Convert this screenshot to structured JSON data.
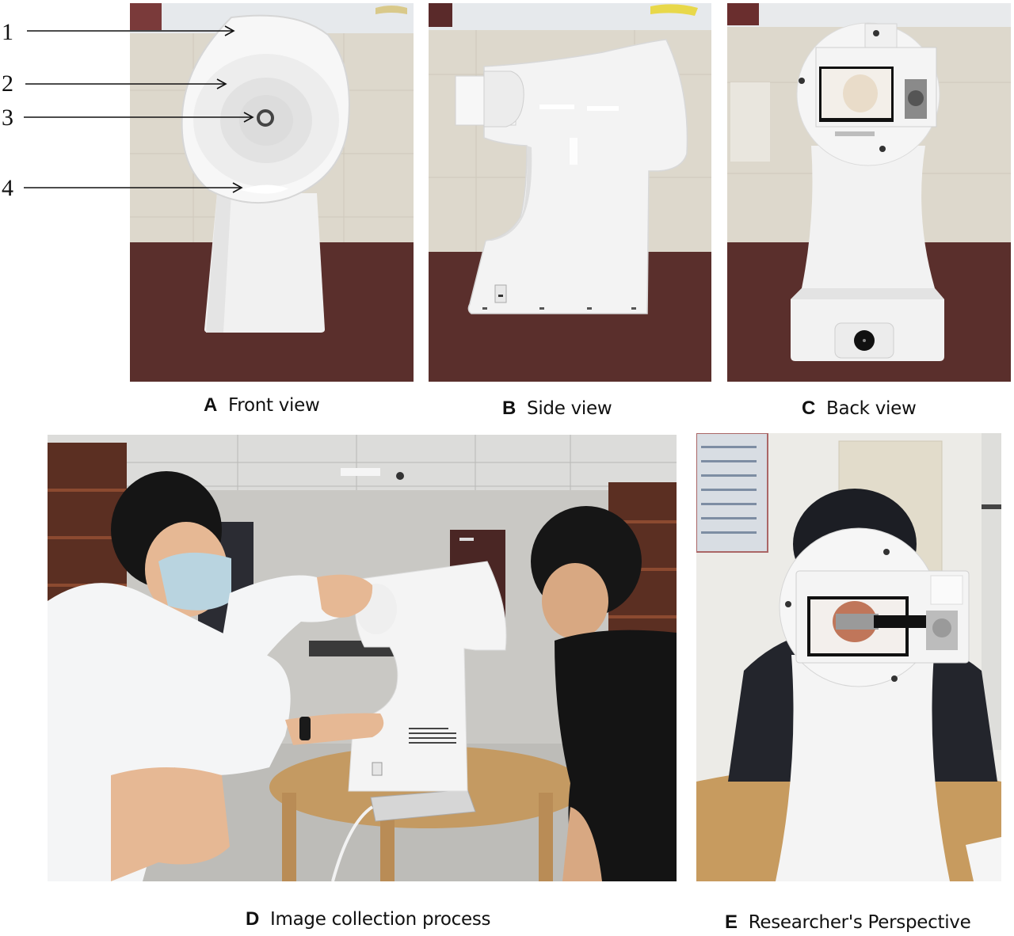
{
  "figure": {
    "panels": [
      {
        "id": "A",
        "letter": "A",
        "caption": "Front view"
      },
      {
        "id": "B",
        "letter": "B",
        "caption": "Side view"
      },
      {
        "id": "C",
        "letter": "C",
        "caption": "Back view"
      },
      {
        "id": "D",
        "letter": "D",
        "caption": "Image collection process"
      },
      {
        "id": "E",
        "letter": "E",
        "caption": "Researcher's Perspective"
      }
    ],
    "callouts": [
      {
        "number": "1",
        "target": "outer rim of face cup"
      },
      {
        "number": "2",
        "target": "inner face cup surface"
      },
      {
        "number": "3",
        "target": "camera lens aperture"
      },
      {
        "number": "4",
        "target": "chin rest"
      }
    ],
    "colors": {
      "wall_tile": "#ddd8cc",
      "wood_wall": "#5a2f2c",
      "device_white": "#f4f4f4",
      "table_wood": "#c49a62",
      "office_wall": "#c9c8c4"
    }
  }
}
